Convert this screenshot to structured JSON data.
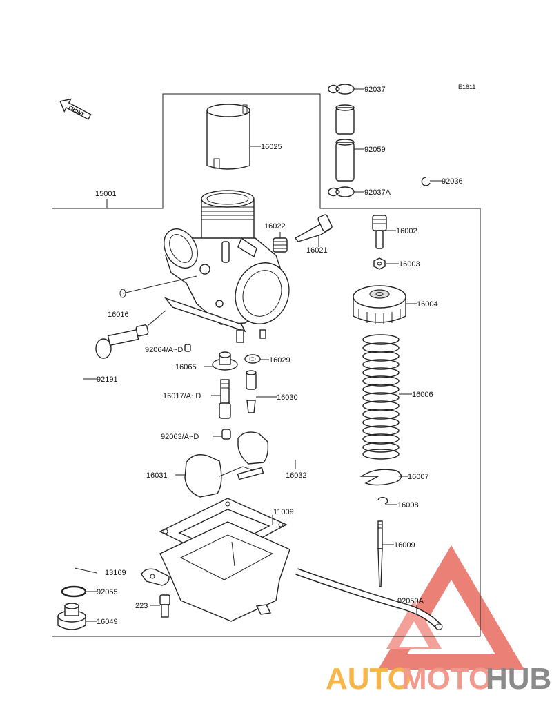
{
  "diagram_code": "E1611",
  "front_label": "FRONT",
  "parts": {
    "p92037": "92037",
    "p92059": "92059",
    "p92037A": "92037A",
    "p92036": "92036",
    "p16025": "16025",
    "p15001": "15001",
    "p16022": "16022",
    "p16021": "16021",
    "p16002": "16002",
    "p16003": "16003",
    "p16004": "16004",
    "p16016": "16016",
    "p92064": "92064/A~D",
    "p16029": "16029",
    "p16065": "16065",
    "p92191": "92191",
    "p16030": "16030",
    "p16017": "16017/A~D",
    "p16006": "16006",
    "p92063": "92063/A~D",
    "p16031": "16031",
    "p16032": "16032",
    "p16007": "16007",
    "p16008": "16008",
    "p11009": "11009",
    "p16009": "16009",
    "p13169": "13169",
    "p92055": "92055",
    "p92059A": "92059A",
    "p223": "223",
    "p16049": "16049"
  },
  "watermark": {
    "auto": "AUTO",
    "moto": "MOTO",
    "hub": "HUB"
  },
  "colors": {
    "watermark_triangle": "#e8554b",
    "watermark_auto": "#f6b64a",
    "watermark_moto": "#f29a8e",
    "watermark_hub": "#8a8a8a"
  }
}
